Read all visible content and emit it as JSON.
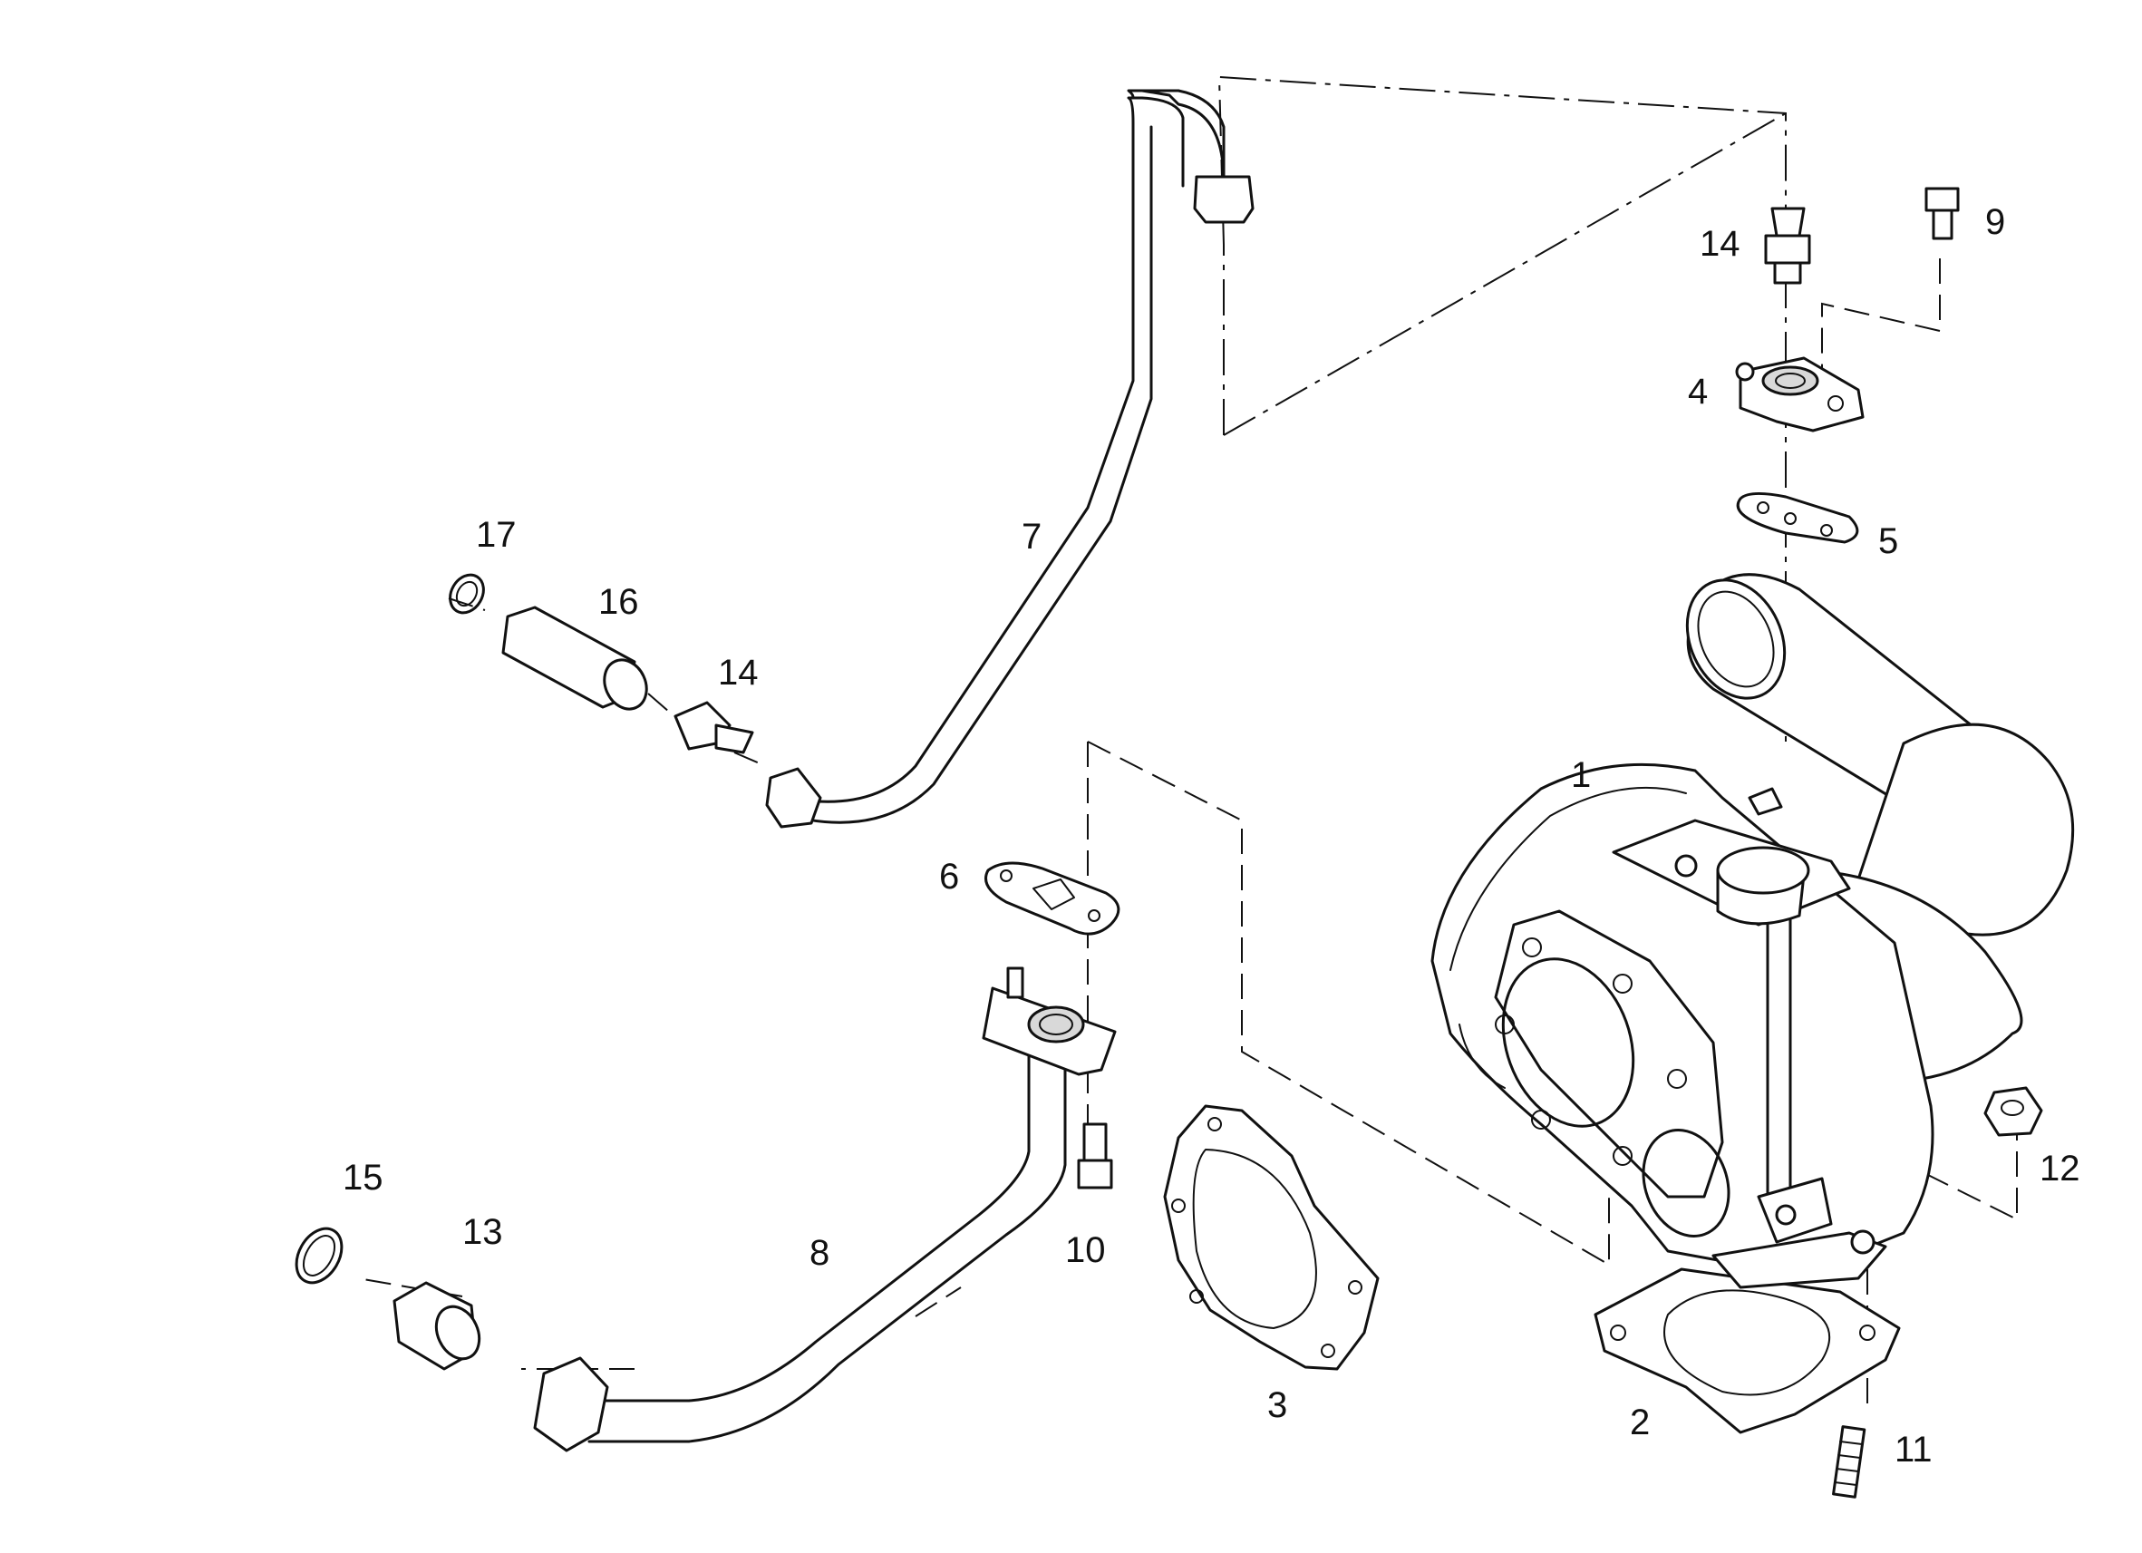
{
  "labels": {
    "p1": "1",
    "p2": "2",
    "p3": "3",
    "p4": "4",
    "p5": "5",
    "p6": "6",
    "p7": "7",
    "p8": "8",
    "p9": "9",
    "p10": "10",
    "p11": "11",
    "p12": "12",
    "p13": "13",
    "p14a": "14",
    "p14b": "14",
    "p15": "15",
    "p16": "16",
    "p17": "17"
  },
  "colors": {
    "line": "#111111",
    "background": "#ffffff"
  }
}
